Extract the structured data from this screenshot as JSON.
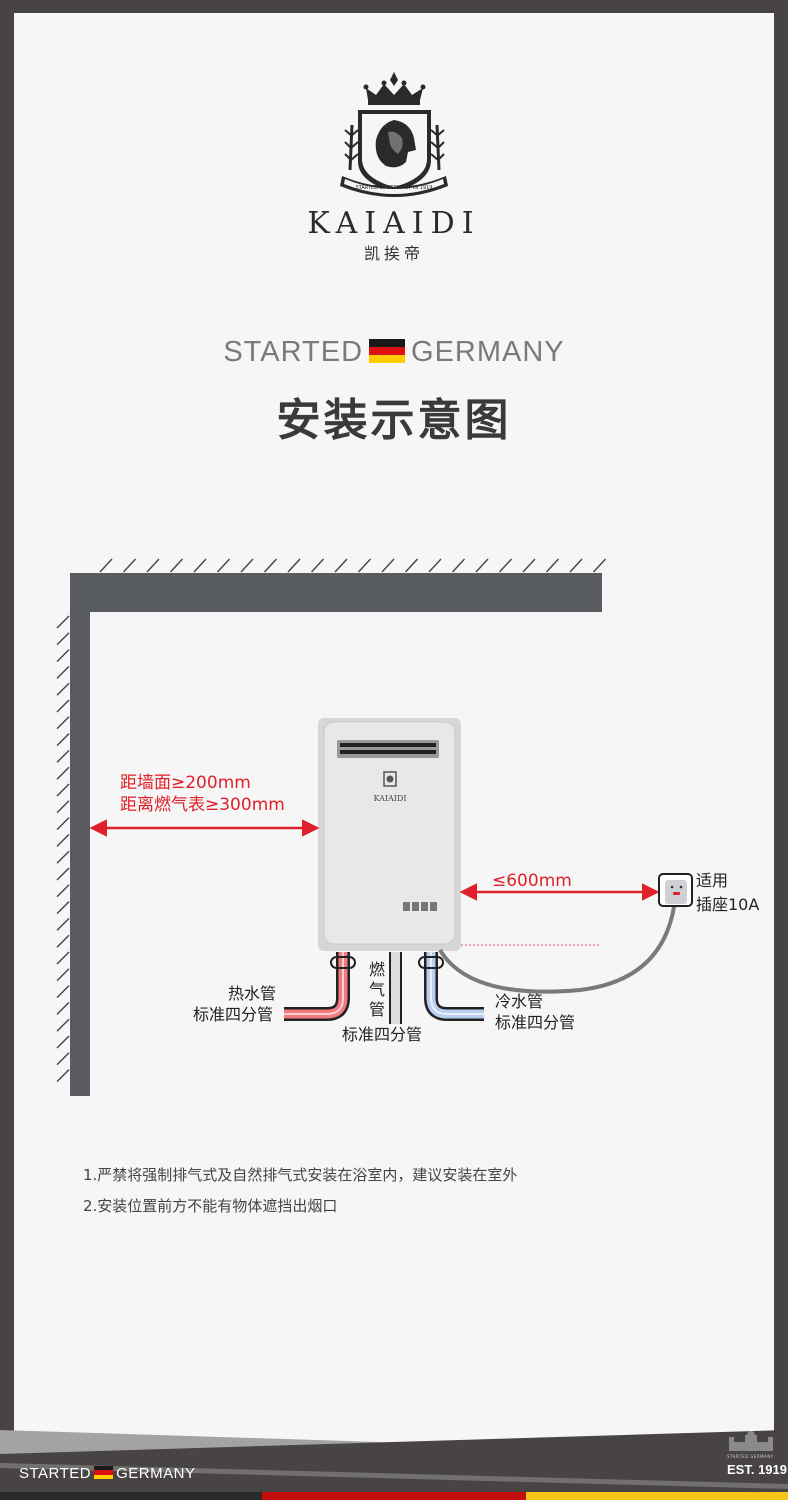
{
  "brand": {
    "name_en": "KAIAIDI",
    "name_cn": "凯挨帝",
    "ribbon_text": "STARTED IN GERMANY IN 1919"
  },
  "header": {
    "started_left": "STARTED",
    "started_right": "GERMANY",
    "title": "安装示意图"
  },
  "diagram": {
    "wall_distance_line1": "距墙面≥200mm",
    "wall_distance_line2": "距离燃气表≥300mm",
    "socket_distance": "≤600mm",
    "socket_label_line1": "适用",
    "socket_label_line2": "插座10A",
    "hot_pipe_line1": "热水管",
    "hot_pipe_line2": "标准四分管",
    "gas_pipe_vertical": [
      "燃",
      "气",
      "管"
    ],
    "gas_pipe_label": "标准四分管",
    "cold_pipe_line1": "冷水管",
    "cold_pipe_line2": "标准四分管",
    "heater_brand": "KAIAIDI",
    "colors": {
      "wall": "#585b60",
      "dimension": "#e0202a",
      "hot_pipe": "#f07a7e",
      "cold_pipe": "#b8cff0"
    }
  },
  "notes": [
    "1.严禁将强制排气式及自然排气式安装在浴室内，建议安装在室外",
    "2.安装位置前方不能有物体遮挡出烟口"
  ],
  "footer": {
    "started_left": "STARTED",
    "started_right": "GERMANY",
    "est_small": "STARTED GERMANY",
    "est": "EST. 1919",
    "colors": {
      "black": "#2a2a2a",
      "red": "#c40d0d",
      "gold": "#f6c51a"
    }
  }
}
